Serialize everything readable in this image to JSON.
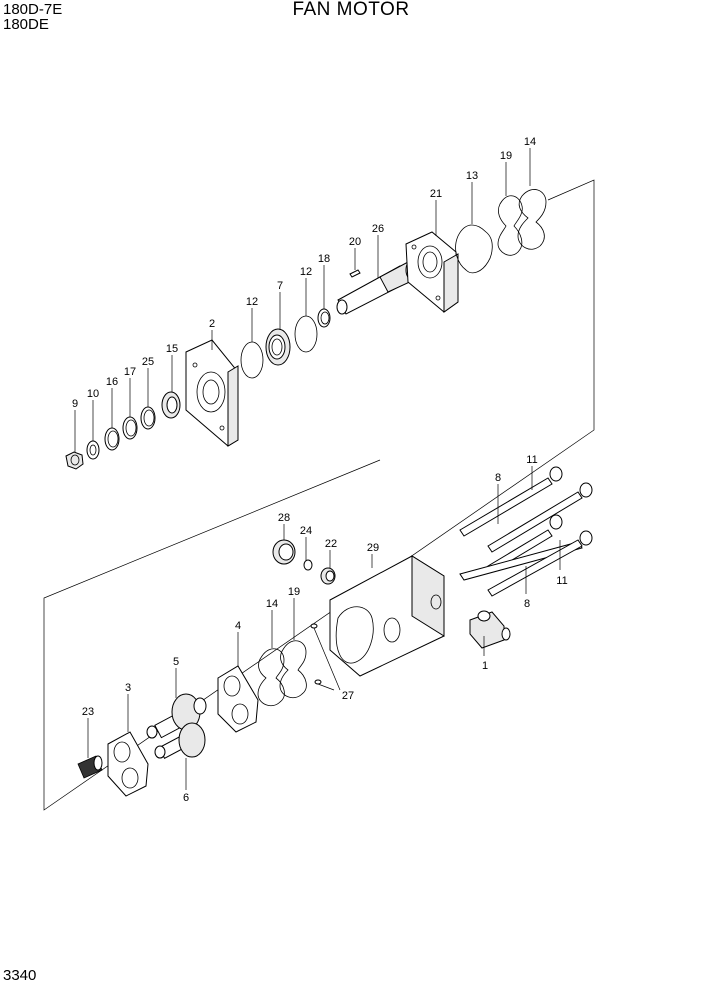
{
  "header": {
    "model_line1": "180D-7E",
    "model_line2": "180DE",
    "title": "FAN MOTOR"
  },
  "footer": {
    "page_number": "3340"
  },
  "callouts": {
    "c1": "1",
    "c2": "2",
    "c3": "3",
    "c4": "4",
    "c5": "5",
    "c6": "6",
    "c7": "7",
    "c8a": "8",
    "c8b": "8",
    "c9": "9",
    "c10": "10",
    "c11a": "11",
    "c11b": "11",
    "c12a": "12",
    "c12b": "12",
    "c13": "13",
    "c14a": "14",
    "c14b": "14",
    "c15": "15",
    "c16": "16",
    "c17": "17",
    "c18": "18",
    "c19a": "19",
    "c19b": "19",
    "c20": "20",
    "c21": "21",
    "c22": "22",
    "c23": "23",
    "c24": "24",
    "c25": "25",
    "c26": "26",
    "c27": "27",
    "c28": "28",
    "c29": "29"
  }
}
